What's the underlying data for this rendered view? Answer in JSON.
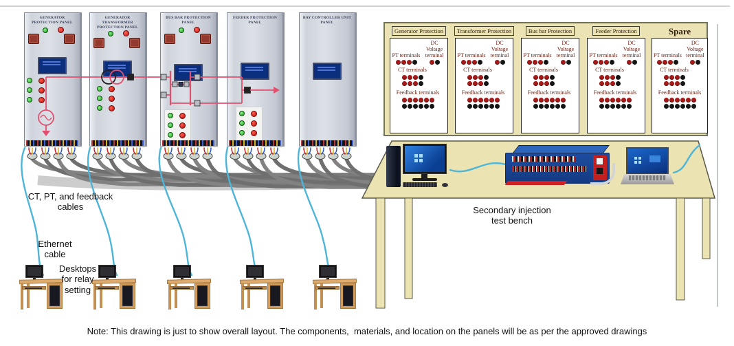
{
  "note": "Note: This drawing is just to show overall layout. The components,  materials, and location on the panels will be as per the approved drawings",
  "panels": [
    {
      "title": "GENERATOR PROTECTION PANEL"
    },
    {
      "title": "GENERATOR TRANSFORMER PROTECTION PANEL"
    },
    {
      "title": "BUS BAR PROTECTION PANEL"
    },
    {
      "title": "FEEDER PROTECTION PANEL"
    },
    {
      "title": "BAY CONTROLLER UNIT PANEL"
    }
  ],
  "annotations": {
    "cables_label": "CT, PT, and feedback cables",
    "ethernet_label": "Ethernet cable",
    "desktops_label": "Desktops for relay setting",
    "bench_label": "Secondary injection test bench"
  },
  "terminal_board": {
    "sections": [
      {
        "title": "Generator Protection",
        "boxed": true
      },
      {
        "title": "Transformer Protection",
        "boxed": true
      },
      {
        "title": "Bus bar Protection",
        "boxed": true
      },
      {
        "title": "Feeder Protection",
        "boxed": true
      },
      {
        "title": "Spare",
        "boxed": false
      }
    ],
    "groups": {
      "pt_label": "PT terminals",
      "dc_label": "DC Voltage terminal",
      "ct_label": "CT terminals",
      "feedback_label": "Feedback terminals",
      "pt_dots": [
        "red",
        "red",
        "red",
        "black"
      ],
      "dc_dots": [
        "red",
        "black"
      ],
      "ct_rows": [
        [
          "red",
          "red",
          "red",
          "black"
        ],
        [
          "red",
          "red",
          "red",
          "black"
        ]
      ],
      "feedback_rows": [
        [
          "red",
          "red",
          "red",
          "red",
          "red",
          "red"
        ],
        [
          "black",
          "black",
          "black",
          "black",
          "black",
          "black"
        ]
      ]
    }
  },
  "colors": {
    "terminal_red": "#a81a1a",
    "terminal_black": "#151515",
    "mimic_pink": "#e0506e",
    "cable_cyan": "#4db5d8",
    "bench_tan": "#ece3b2",
    "panel_gray": "#d4d9e0"
  }
}
